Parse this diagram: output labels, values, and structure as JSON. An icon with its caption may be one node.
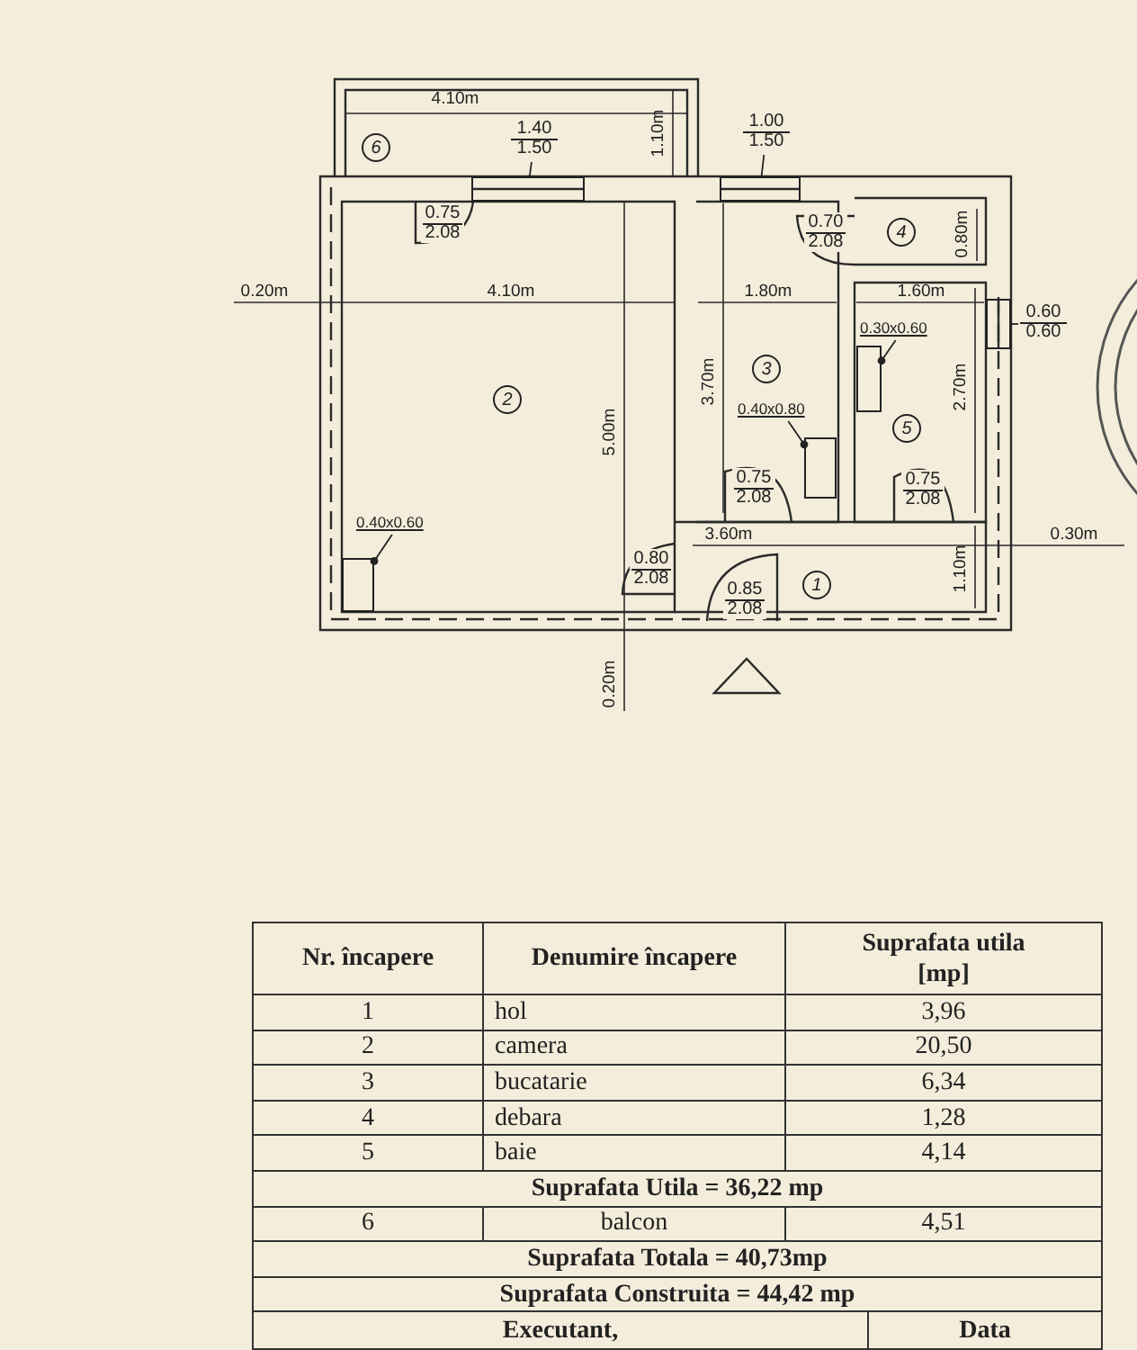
{
  "diagram": {
    "nodes": [
      {
        "text": [
          "6"
        ]
      },
      {
        "text": [
          "1.40 1.50"
        ]
      },
      {
        "text": [],
        "shape": "box"
      },
      {
        "text": [
          "1.00 1.50"
        ]
      },
      {
        "text": [],
        "shape": "box"
      },
      {
        "text": [
          "4"
        ]
      },
      {
        "text": [
          "3"
        ]
      },
      {
        "text": [
          "2"
        ]
      },
      {
        "text": [
          "0.30x0.60"
        ]
      },
      {
        "text": [],
        "shape": "box"
      },
      {
        "text": [
          "0.40x0.80"
        ]
      },
      {
        "text": [],
        "shape": "box"
      },
      {
        "text": [
          "0.60 0.60"
        ]
      },
      {
        "text": [],
        "shape": "box"
      },
      {
        "text": [
          "5"
        ]
      },
      {
        "text": [
          "0.40x0.60"
        ]
      },
      {
        "text": [],
        "shape": "box"
      },
      {
        "text": [
          "1"
        ]
      }
    ],
    "edges": [
      {
        "from": 1,
        "to": 2,
        "arrow": "none"
      },
      {
        "from": 3,
        "to": 4,
        "arrow": "none"
      },
      {
        "from": 8,
        "to": 9,
        "arrow": "other"
      },
      {
        "from": 10,
        "to": 11,
        "arrow": "other"
      },
      {
        "from": 12,
        "to": 13,
        "arrow": "none"
      },
      {
        "from": 15,
        "to": 16,
        "arrow": "other"
      }
    ],
    "labels": [
      "4.10m",
      "1.10m",
      "0.75 2.08",
      "0.70 2.08",
      "0.80m",
      "0.20m",
      "4.10m",
      "1.80m",
      "1.60m",
      "3.70m",
      "5.00m",
      "2.70m",
      "0.75 2.08",
      "0.75 2.08",
      "3.60m",
      "0.30m",
      "0.80 2.08",
      "0.85 2.08",
      "1.10m",
      "0.20m",
      "Nr. încapere",
      "Denumire încapere",
      "Suprafata utila [mp]",
      "1",
      "hol",
      "3,96",
      "2",
      "camera",
      "20,50",
      "3",
      "bucatarie",
      "6,34",
      "4",
      "debara",
      "1,28",
      "5",
      "baie",
      "4,14",
      "Suprafata Utila = 36,22 mp",
      "6",
      "balcon",
      "4,51",
      "Suprafata Totala = 40,73mp",
      "Suprafata Construita = 44,42 mp",
      "Executant,",
      "Data"
    ]
  }
}
